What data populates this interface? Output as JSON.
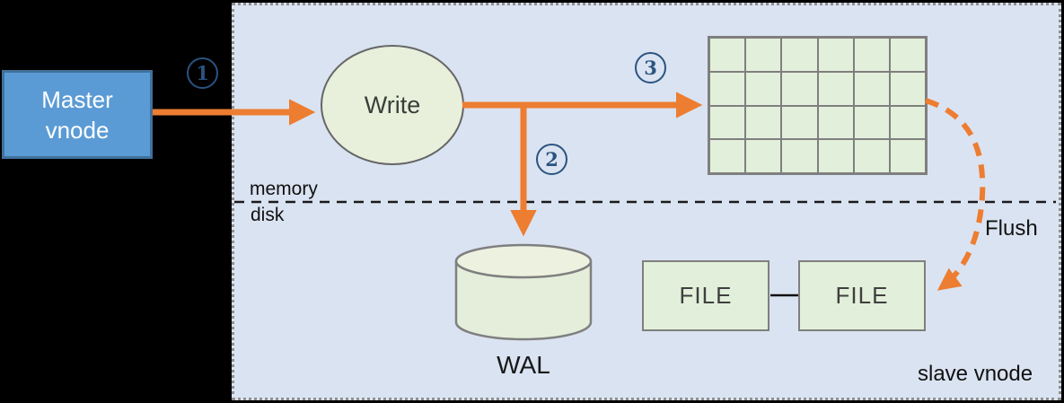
{
  "colors": {
    "orange": "#ed7d31",
    "panel_bg": "#dae3f1",
    "node_green": "#e2efda",
    "node_green_light": "#e8f0dc",
    "master_blue": "#5b9bd5",
    "master_border": "#41719c",
    "step_blue": "#2a5380",
    "shape_border": "#7f7f7f"
  },
  "nodes": {
    "master": {
      "label": "Master vnode"
    },
    "write": {
      "label": "Write"
    },
    "wal": {
      "label": "WAL"
    },
    "file1": {
      "label": "FILE"
    },
    "file2": {
      "label": "FILE"
    }
  },
  "steps": {
    "one": "1",
    "two": "2",
    "three": "3"
  },
  "labels": {
    "memory": "memory",
    "disk": "disk",
    "flush": "Flush",
    "slave_vnode": "slave vnode"
  },
  "memtable": {
    "rows": 4,
    "cols": 6
  }
}
